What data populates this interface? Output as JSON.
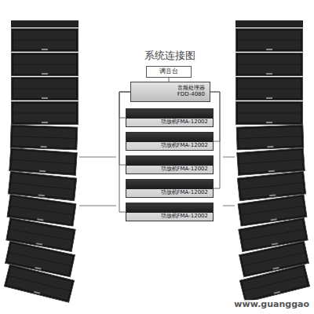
{
  "diagram": {
    "title": "系统连接图",
    "nodes": [
      {
        "text": [
          "调音台"
        ]
      },
      {
        "text": [
          "音频处理器",
          "FDD-4080"
        ]
      },
      {
        "text": [
          "功放机FMA-12002"
        ]
      },
      {
        "text": [
          "功放机FMA-12002"
        ]
      },
      {
        "text": [
          "功放机FMA-12002"
        ]
      },
      {
        "text": [
          "功放机FMA-12002"
        ]
      },
      {
        "text": [
          "功放机FMA-12002"
        ]
      }
    ],
    "edges": [
      {
        "from": 0,
        "to": 1,
        "arrow": "none"
      },
      {
        "from": 1,
        "to": 2,
        "arrow": "none"
      },
      {
        "from": 1,
        "to": 3,
        "arrow": "none"
      },
      {
        "from": 1,
        "to": 4,
        "arrow": "none"
      },
      {
        "from": 1,
        "to": 5,
        "arrow": "none"
      },
      {
        "from": 1,
        "to": 6,
        "arrow": "none"
      }
    ],
    "labels": [
      "www.guanggao"
    ]
  }
}
